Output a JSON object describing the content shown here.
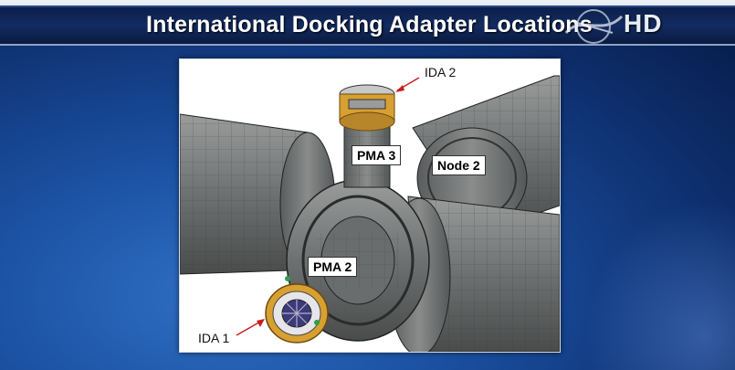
{
  "header": {
    "title": "International Docking Adapter Locations",
    "hd_badge": "HD"
  },
  "diagram": {
    "labels": {
      "ida2": "IDA 2",
      "pma3": "PMA 3",
      "node2": "Node 2",
      "pma2": "PMA 2",
      "ida1": "IDA 1"
    }
  },
  "colors": {
    "title_bar": "#0b1f4a",
    "background": "#1a4f9f",
    "arrow": "#c81e1e",
    "adapter_gold": "#d8a030",
    "module_gray": "#7d8080"
  }
}
